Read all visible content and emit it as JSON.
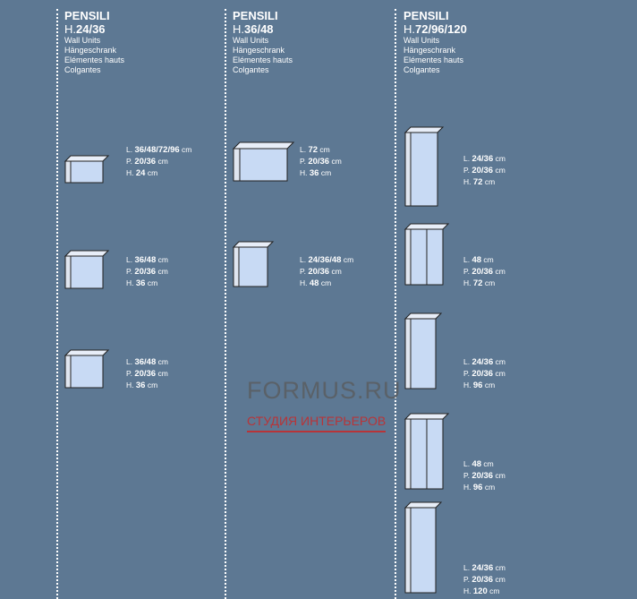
{
  "columns": [
    {
      "title": "PENSILI",
      "height_prefix": "H.",
      "height": "24/36",
      "langs": [
        "Wall Units",
        "Hängeschrank",
        "Elémentes hauts",
        "Colgantes"
      ],
      "items": [
        {
          "L": "36/48/72/96",
          "P": "20/36",
          "H": "24"
        },
        {
          "L": "36/48",
          "P": "20/36",
          "H": "36"
        },
        {
          "L": "36/48",
          "P": "20/36",
          "H": "36"
        }
      ]
    },
    {
      "title": "PENSILI",
      "height_prefix": "H.",
      "height": "36/48",
      "langs": [
        "Wall Units",
        "Hängeschrank",
        "Elémentes hauts",
        "Colgantes"
      ],
      "items": [
        {
          "L": "72",
          "P": "20/36",
          "H": "36"
        },
        {
          "L": "24/36/48",
          "P": "20/36",
          "H": "48"
        }
      ]
    },
    {
      "title": "PENSILI",
      "height_prefix": "H.",
      "height": "72/96/120",
      "langs": [
        "Wall Units",
        "Hängeschrank",
        "Elémentes hauts",
        "Colgantes"
      ],
      "items": [
        {
          "L": "24/36",
          "P": "20/36",
          "H": "72"
        },
        {
          "L": "48",
          "P": "20/36",
          "H": "72"
        },
        {
          "L": "24/36",
          "P": "20/36",
          "H": "96"
        },
        {
          "L": "48",
          "P": "20/36",
          "H": "96"
        },
        {
          "L": "24/36",
          "P": "20/36",
          "H": "120"
        }
      ]
    }
  ],
  "labels": {
    "L": "L.",
    "P": "P.",
    "H": "H.",
    "unit": "cm"
  },
  "watermark": {
    "line1": "FORMUS.RU",
    "line2": "СТУДИЯ ИНТЕРЬЕРОВ"
  }
}
